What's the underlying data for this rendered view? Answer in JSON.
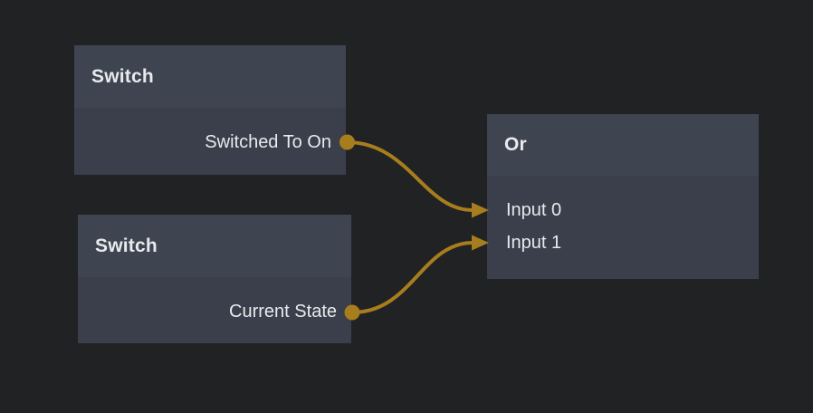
{
  "colors": {
    "background": "#212224",
    "node_header": "#3e4450",
    "node_body": "#3a3f4b",
    "node_text": "#e8eaed",
    "wire": "#a87d1d"
  },
  "nodes": [
    {
      "id": "switch-top",
      "title": "Switch",
      "outputs": [
        {
          "label": "Switched To On"
        }
      ]
    },
    {
      "id": "switch-bottom",
      "title": "Switch",
      "outputs": [
        {
          "label": "Current State"
        }
      ]
    },
    {
      "id": "or",
      "title": "Or",
      "inputs": [
        {
          "label": "Input 0"
        },
        {
          "label": "Input 1"
        }
      ]
    }
  ],
  "connections": [
    {
      "from_node": "switch-top",
      "from_port": "Switched To On",
      "to_node": "or",
      "to_port": "Input 0"
    },
    {
      "from_node": "switch-bottom",
      "from_port": "Current State",
      "to_node": "or",
      "to_port": "Input 1"
    }
  ]
}
